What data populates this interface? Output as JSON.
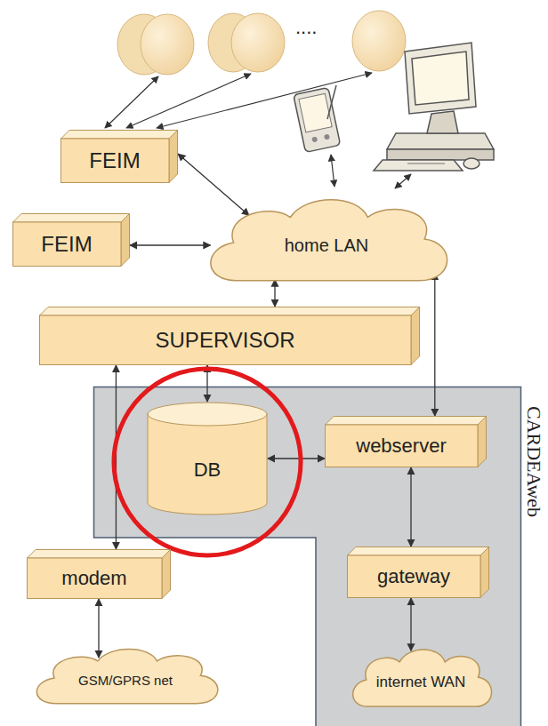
{
  "diagram": {
    "nodes": [
      {
        "text": [
          "FEIM"
        ]
      },
      {
        "text": [
          "FEIM"
        ]
      },
      {
        "text": [
          "home LAN"
        ]
      },
      {
        "text": [
          "SUPERVISOR"
        ]
      },
      {
        "text": [
          "CARDEAweb"
        ]
      },
      {
        "text": [
          "DB"
        ],
        "in": 4
      },
      {
        "text": [
          "webserver"
        ],
        "in": 4
      },
      {
        "text": [
          "modem"
        ]
      },
      {
        "text": [
          "gateway"
        ],
        "in": 4
      },
      {
        "text": [
          "GSM/GPRS net"
        ]
      },
      {
        "text": [
          "internet WAN"
        ],
        "in": 4
      }
    ],
    "edges": [
      {
        "from": 0,
        "to": 2,
        "arrow": "both"
      },
      {
        "from": 1,
        "to": 2,
        "arrow": "both"
      },
      {
        "from": 2,
        "to": 3,
        "arrow": "both"
      },
      {
        "from": 3,
        "to": 5,
        "arrow": "both"
      },
      {
        "from": 3,
        "to": 7,
        "arrow": "both"
      },
      {
        "from": 5,
        "to": 6,
        "arrow": "both"
      },
      {
        "from": 2,
        "to": 6,
        "arrow": "both"
      },
      {
        "from": 6,
        "to": 8,
        "arrow": "both"
      },
      {
        "from": 8,
        "to": 10,
        "arrow": "both"
      },
      {
        "from": 7,
        "to": 9,
        "arrow": "both"
      }
    ],
    "labels": [
      "...."
    ]
  }
}
